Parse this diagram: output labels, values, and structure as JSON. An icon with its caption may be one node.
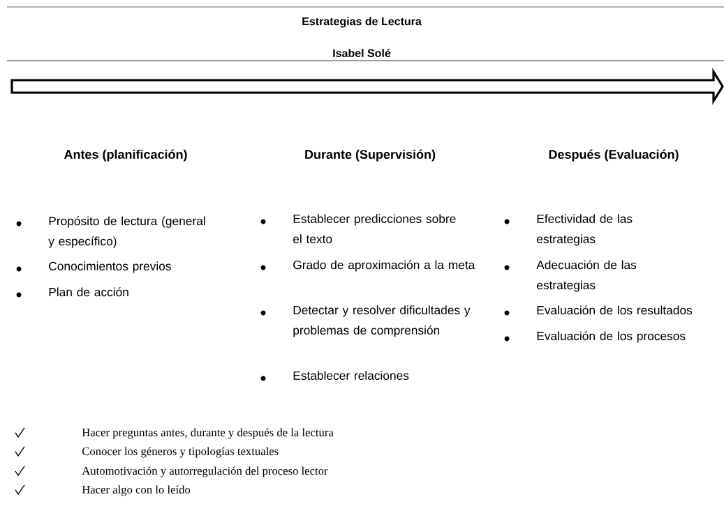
{
  "diagram": {
    "title": "Estrategias de Lectura",
    "labels": [
      "Isabel Solé",
      "Antes (planificación)",
      "Durante (Supervisión)",
      "Después (Evaluación)",
      "Propósito de lectura (general y específico)",
      "Conocimientos previos",
      "Plan de acción",
      "Establecer predicciones sobre el texto",
      "Grado de aproximación a la meta",
      "Detectar y resolver dificultades y problemas de comprensión",
      "Establecer relaciones",
      "Efectividad de las estrategias",
      "Adecuación de las estrategias",
      "Evaluación de los resultados",
      "Evaluación de los procesos",
      "Hacer preguntas antes, durante y después de la lectura",
      "Conocer los géneros y tipologías textuales",
      "Automotivación y autorregulación del proceso lector",
      "Hacer algo con lo leído"
    ]
  }
}
